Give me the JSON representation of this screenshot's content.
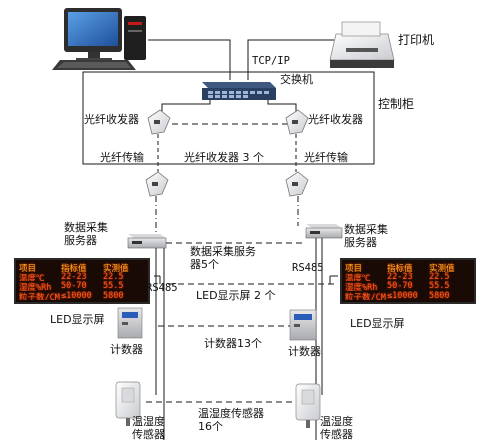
{
  "labels": {
    "printer": "打印机",
    "tcpip": "TCP/IP",
    "switch": "交换机",
    "control_cabinet": "控制柜",
    "transceiver_left": "光纤收发器",
    "transceiver_right": "光纤收发器",
    "fiber_left": "光纤传输",
    "fiber_right": "光纤传输",
    "transceiver_count": "光纤收发器  3 个",
    "dcs_left": "数据采集\n服务器",
    "dcs_right": "数据采集\n服务器",
    "dcs_count": "数据采集服务\n器5个",
    "rs485_left": "RS485",
    "rs485_right": "RS485",
    "led_count": "LED显示屏  2 个",
    "led_left": "LED显示屏",
    "led_right": "LED显示屏",
    "counter_left": "计数器",
    "counter_right": "计数器",
    "counter_count": "计数器13个",
    "th_left": "温湿度\n传感器",
    "th_right": "温湿度\n传感器",
    "th_count": "温湿度传感器\n16个"
  },
  "led_panel": {
    "rows": [
      [
        "项目",
        "指标值",
        "实测值"
      ],
      [
        "温度℃",
        "22-23",
        "22.5"
      ],
      [
        "湿度%Rh",
        "50-70",
        "55.5"
      ],
      [
        "粒子数/CM",
        "≤10000",
        "5800"
      ]
    ]
  },
  "colors": {
    "line": "#1a1a1a",
    "led_text": "#ff5a1e",
    "switch_body": "#2b3f63"
  }
}
